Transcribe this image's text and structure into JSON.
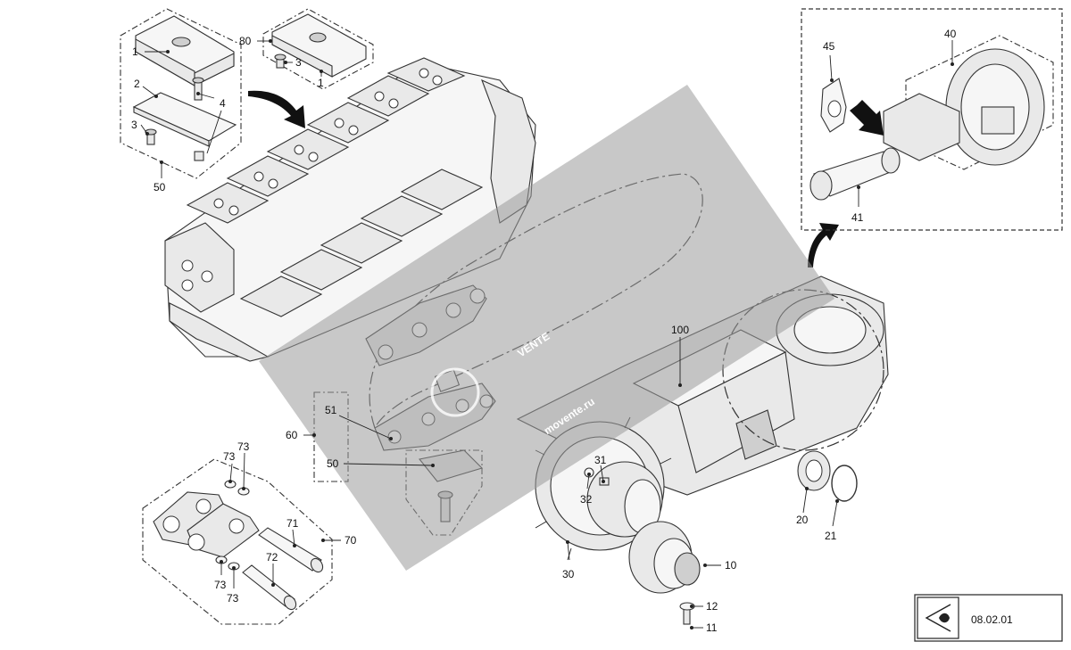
{
  "labels": {
    "l1a": "1",
    "l1b": "1",
    "l2": "2",
    "l3a": "3",
    "l3b": "3",
    "l4": "4",
    "l10": "10",
    "l11": "11",
    "l12": "12",
    "l20": "20",
    "l21": "21",
    "l30": "30",
    "l31": "31",
    "l32": "32",
    "l40": "40",
    "l41": "41",
    "l45": "45",
    "l50a": "50",
    "l50b": "50",
    "l51": "51",
    "l60": "60",
    "l70": "70",
    "l71": "71",
    "l72": "72",
    "l73a": "73",
    "l73b": "73",
    "l73c": "73",
    "l73d": "73",
    "l80": "80",
    "l100": "100"
  },
  "watermark": {
    "main": "VENTE",
    "sub": "movente.ru"
  },
  "reference": {
    "code": "08.02.01",
    "icon": "eye-view-icon"
  }
}
